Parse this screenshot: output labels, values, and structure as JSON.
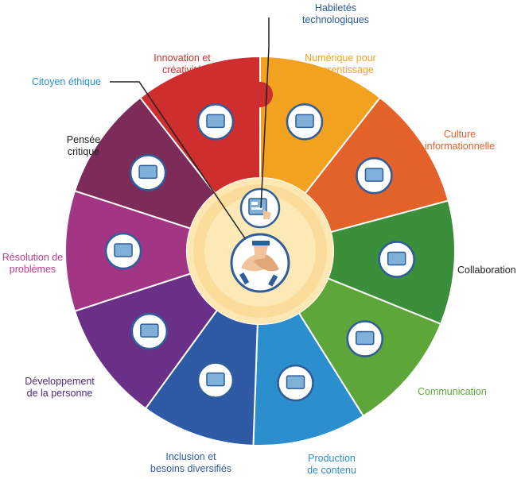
{
  "colors": {
    "ring_center": "#fde7b3",
    "ring_center_edge": "#f6c96a",
    "icon_ring": "#2f5d9a"
  },
  "segments": [
    {
      "key": "habiletes_technologiques",
      "line1": "Habiletés",
      "line2": "technologiques",
      "color": "#2a5a9a",
      "icon": "touchscreen-icon"
    },
    {
      "key": "numerique_apprentissage",
      "line1": "Numérique pour",
      "line2": "l'apprentissage",
      "color": "#f2a21e",
      "icon": "computer-screens-icon"
    },
    {
      "key": "culture_informationnelle",
      "line1": "Culture",
      "line2": "informationnelle",
      "color": "#e2622a",
      "icon": "document-search-icon"
    },
    {
      "key": "collaboration",
      "line1": "Collaboration",
      "line2": "",
      "color": "#3c8f3a",
      "icon": "people-network-icon"
    },
    {
      "key": "communication",
      "line1": "Communication",
      "line2": "",
      "color": "#5ea63a",
      "icon": "chat-bubbles-icon"
    },
    {
      "key": "production_contenu",
      "line1": "Production",
      "line2": "de contenu",
      "color": "#2b8fcd",
      "icon": "video-player-icon"
    },
    {
      "key": "inclusion",
      "line1": "Inclusion et",
      "line2": "besoins diversifiés",
      "color": "#2f5aa6",
      "icon": "cycle-arrows-icon"
    },
    {
      "key": "developpement_personne",
      "line1": "Développement",
      "line2": "de la personne",
      "color": "#6a2f86",
      "icon": "network-computers-icon"
    },
    {
      "key": "resolution_problemes",
      "line1": "Résolution de",
      "line2": "problèmes",
      "color": "#a33585",
      "icon": "target-icon"
    },
    {
      "key": "pensee_critique",
      "line1": "Pensée",
      "line2": "critique",
      "color": "#7d2c5a",
      "icon": "brain-question-icon"
    },
    {
      "key": "innovation_creativite",
      "line1": "Innovation et",
      "line2": "créativité",
      "color": "#cf2e2e",
      "icon": "lightbulb-icon"
    }
  ],
  "citoyen": {
    "line1": "Citoyen éthique",
    "line2": "",
    "color": "#2a8fd0"
  },
  "center_icon": "hands-together-icon"
}
